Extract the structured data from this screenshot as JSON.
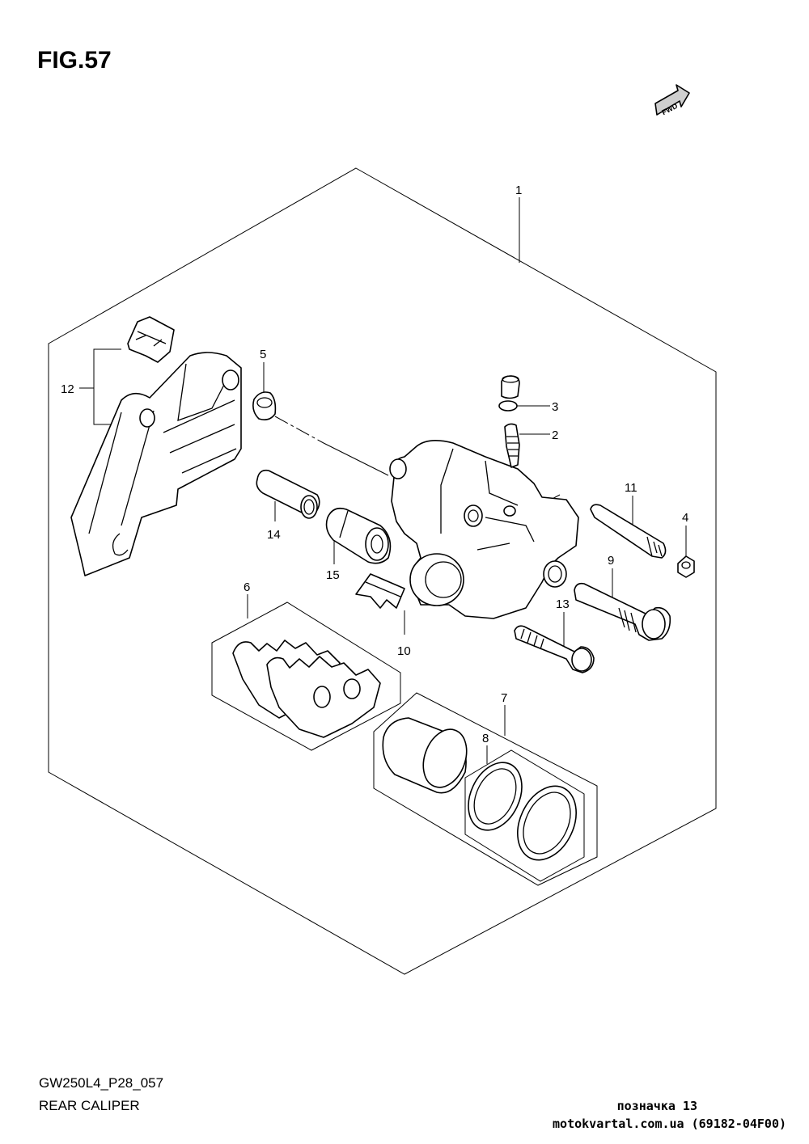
{
  "figure": {
    "title": "FIG.57",
    "fwd_label": "FWD"
  },
  "footer": {
    "code": "GW250L4_P28_057",
    "caption": "REAR CALIPER",
    "marker": "позначка 13",
    "site": "motokvartal.com.ua (69182-04F00)"
  },
  "callouts": [
    "1",
    "2",
    "3",
    "4",
    "5",
    "6",
    "7",
    "8",
    "9",
    "10",
    "11",
    "12",
    "13",
    "14",
    "15"
  ]
}
